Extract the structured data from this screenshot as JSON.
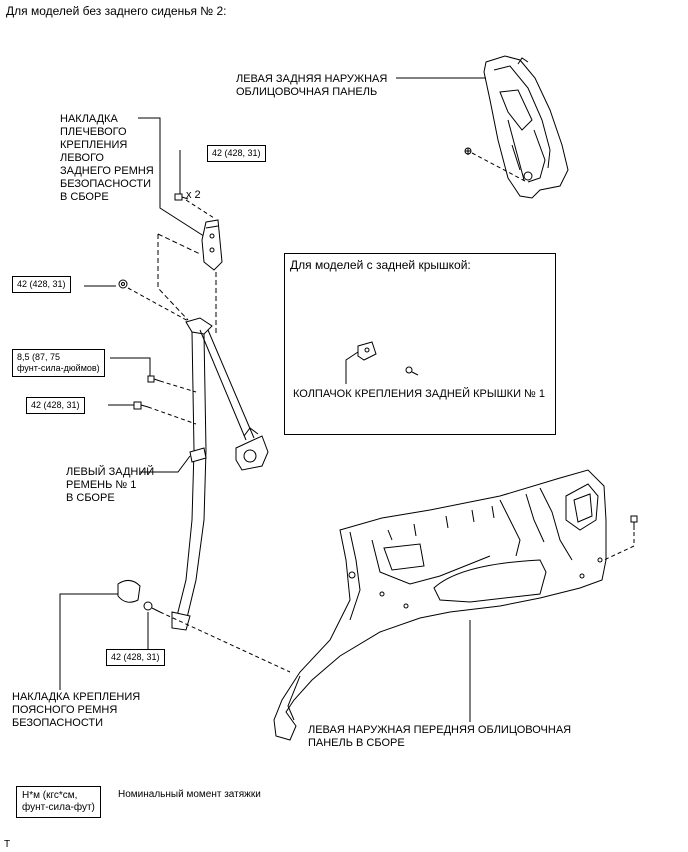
{
  "header": "Для моделей без заднего сиденья № 2:",
  "labels": {
    "rear_outer_panel": "ЛЕВАЯ ЗАДНЯЯ НАРУЖНАЯ\nОБЛИЦОВОЧНАЯ ПАНЕЛЬ",
    "shoulder_anchor_cover": "НАКЛАДКА\nПЛЕЧЕВОГО\nКРЕПЛЕНИЯ\nЛЕВОГО\nЗАДНЕГО РЕМНЯ\nБЕЗОПАСНОСТИ\nВ СБОРЕ",
    "rear_belt": "ЛЕВЫЙ ЗАДНИЙ\nРЕМЕНЬ № 1\nВ СБОРЕ",
    "lap_anchor_cover": "НАКЛАДКА КРЕПЛЕНИЯ\nПОЯСНОГО РЕМНЯ\nБЕЗОПАСНОСТИ",
    "front_outer_panel": "ЛЕВАЯ НАРУЖНАЯ ПЕРЕДНЯЯ ОБЛИЦОВОЧНАЯ\nПАНЕЛЬ В СБОРЕ",
    "times_two": "x 2"
  },
  "inset": {
    "title": "Для моделей с задней крышкой:",
    "cap_label": "КОЛПАЧОК КРЕПЛЕНИЯ ЗАДНЕЙ КРЫШКИ № 1"
  },
  "torques": {
    "t1": "42 (428, 31)",
    "t2": "42 (428, 31)",
    "t3": "8,5 (87, 75\nфунт-сила-дюймов)",
    "t4": "42 (428, 31)",
    "t5": "42 (428, 31)"
  },
  "legend": {
    "box": "Н*м (кгс*см,\nфунт-сила-фут)",
    "text": "Номинальный момент затяжки"
  },
  "footer": "T"
}
